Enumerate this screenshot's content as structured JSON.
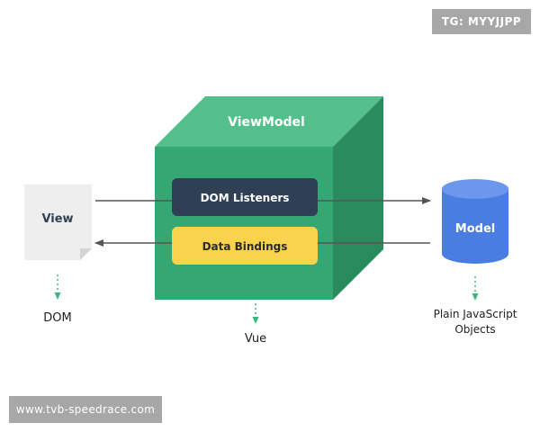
{
  "watermarks": {
    "top_right": "TG: MYYJJPP",
    "bottom_left": "www.tvb-speedrace.com"
  },
  "diagram": {
    "viewmodel": {
      "title": "ViewModel",
      "dom_listeners": "DOM Listeners",
      "data_bindings": "Data Bindings",
      "caption": "Vue"
    },
    "view": {
      "title": "View",
      "caption": "DOM"
    },
    "model": {
      "title": "Model",
      "caption_line1": "Plain JavaScript",
      "caption_line2": "Objects"
    }
  },
  "colors": {
    "cube_front": "#34a773",
    "cube_top": "#53c08b",
    "cube_side": "#2a8c5e",
    "listeners_box": "#2f3f54",
    "bindings_box": "#f9d34c",
    "cylinder_body": "#4a7de2",
    "cylinder_top": "#6b98ec",
    "view_page": "#eeeeee",
    "arrow": "#555555",
    "dotted": "#3bb57e"
  }
}
